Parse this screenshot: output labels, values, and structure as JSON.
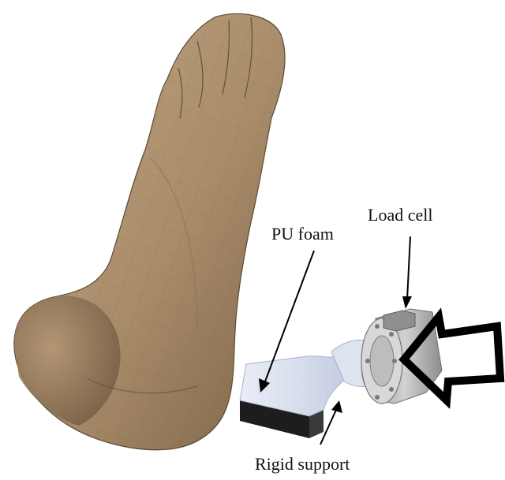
{
  "labels": {
    "load_cell": "Load cell",
    "pu_foam": "PU foam",
    "rigid_support": "Rigid support"
  },
  "colors": {
    "foot_skin": "#ab906c",
    "foot_shadow": "#6e5a42",
    "foam": "#dfe5f2",
    "rigid_support": "#1f1f1f",
    "load_cell_body": "#b9b9b9",
    "arrow_outline": "#000000"
  }
}
